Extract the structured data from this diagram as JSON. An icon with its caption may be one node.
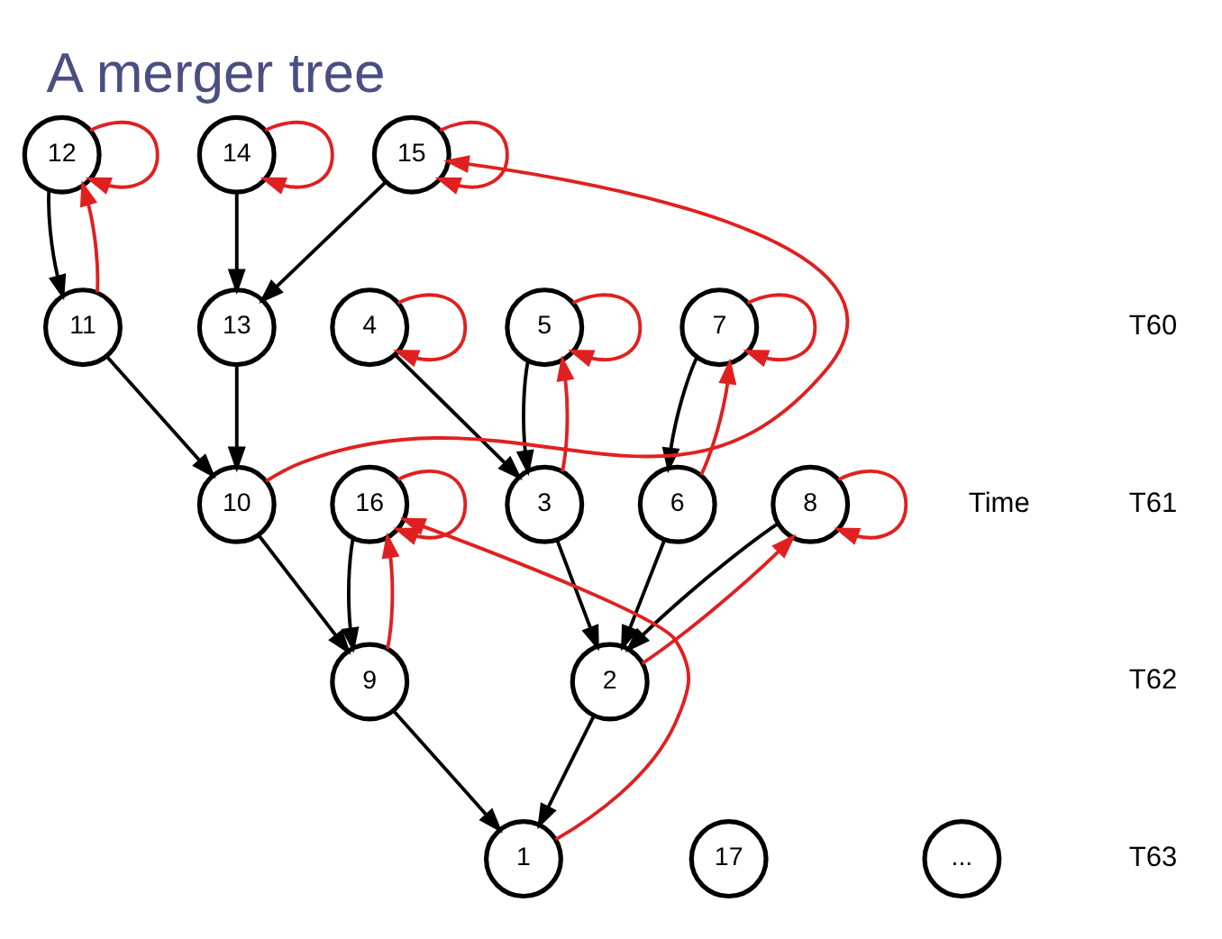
{
  "diagram": {
    "title": "A merger tree",
    "nodes": [
      {
        "text": [
          "12"
        ]
      },
      {
        "text": [
          "14"
        ]
      },
      {
        "text": [
          "15"
        ]
      },
      {
        "text": [
          "4"
        ]
      },
      {
        "text": [
          "5"
        ]
      },
      {
        "text": [
          "7"
        ]
      },
      {
        "text": [
          "11"
        ]
      },
      {
        "text": [
          "13"
        ]
      },
      {
        "text": [
          "3"
        ]
      },
      {
        "text": [
          "6"
        ]
      },
      {
        "text": [
          "8"
        ]
      },
      {
        "text": [
          "10"
        ]
      },
      {
        "text": [
          "16"
        ]
      },
      {
        "text": [
          "2"
        ]
      },
      {
        "text": [
          "9"
        ]
      },
      {
        "text": [
          "1"
        ]
      },
      {
        "text": [
          "17"
        ]
      },
      {
        "text": [
          "..."
        ]
      }
    ],
    "edges": [
      {
        "from": 3,
        "to": 8,
        "arrow": "to"
      },
      {
        "from": 4,
        "to": 8,
        "arrow": "to"
      },
      {
        "from": 5,
        "to": 9,
        "arrow": "to"
      },
      {
        "from": 8,
        "to": 13,
        "arrow": "to"
      },
      {
        "from": 9,
        "to": 13,
        "arrow": "to"
      },
      {
        "from": 10,
        "to": 13,
        "arrow": "to"
      },
      {
        "from": 0,
        "to": 6,
        "arrow": "to"
      },
      {
        "from": 1,
        "to": 7,
        "arrow": "to"
      },
      {
        "from": 2,
        "to": 7,
        "arrow": "to"
      },
      {
        "from": 6,
        "to": 11,
        "arrow": "to"
      },
      {
        "from": 7,
        "to": 11,
        "arrow": "to"
      },
      {
        "from": 11,
        "to": 14,
        "arrow": "to"
      },
      {
        "from": 12,
        "to": 14,
        "arrow": "to"
      },
      {
        "from": 13,
        "to": 15,
        "arrow": "to"
      },
      {
        "from": 14,
        "to": 15,
        "arrow": "to"
      },
      {
        "from": 0,
        "to": 0,
        "arrow": "to",
        "color": "#e02020"
      },
      {
        "from": 1,
        "to": 1,
        "arrow": "to",
        "color": "#e02020"
      },
      {
        "from": 2,
        "to": 2,
        "arrow": "to",
        "color": "#e02020"
      },
      {
        "from": 3,
        "to": 3,
        "arrow": "to",
        "color": "#e02020"
      },
      {
        "from": 4,
        "to": 4,
        "arrow": "to",
        "color": "#e02020"
      },
      {
        "from": 5,
        "to": 5,
        "arrow": "to",
        "color": "#e02020"
      },
      {
        "from": 10,
        "to": 10,
        "arrow": "to",
        "color": "#e02020"
      },
      {
        "from": 12,
        "to": 12,
        "arrow": "to",
        "color": "#e02020"
      },
      {
        "from": 8,
        "to": 4,
        "arrow": "to",
        "color": "#e02020"
      },
      {
        "from": 9,
        "to": 5,
        "arrow": "to",
        "color": "#e02020"
      },
      {
        "from": 13,
        "to": 10,
        "arrow": "to",
        "color": "#e02020"
      },
      {
        "from": 6,
        "to": 0,
        "arrow": "to",
        "color": "#e02020"
      },
      {
        "from": 11,
        "to": 2,
        "arrow": "to",
        "color": "#e02020"
      },
      {
        "from": 14,
        "to": 12,
        "arrow": "to",
        "color": "#e02020"
      },
      {
        "from": 15,
        "to": 12,
        "arrow": "to",
        "color": "#e02020"
      }
    ],
    "labels": [
      "Time",
      "T60",
      "T61",
      "T62",
      "T63"
    ]
  }
}
